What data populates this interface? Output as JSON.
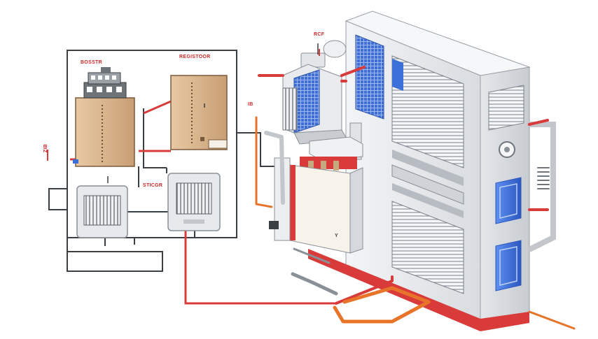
{
  "labels": {
    "tank_left": "BOSSTR",
    "tank_right": "REGISTOOR",
    "side_left": "ZIB",
    "pipe_label": "IB",
    "top_label": "RCF",
    "unit_small": "STICGR",
    "marker": "Y"
  },
  "colors": {
    "pipe_red": "#d93b3b",
    "pipe_orange": "#e8742a",
    "frame_dark": "#3a3f44",
    "cabinet": "#e9ebee",
    "panel_blue": "#3d6fd8",
    "tank_tan": "#d7b58e"
  }
}
